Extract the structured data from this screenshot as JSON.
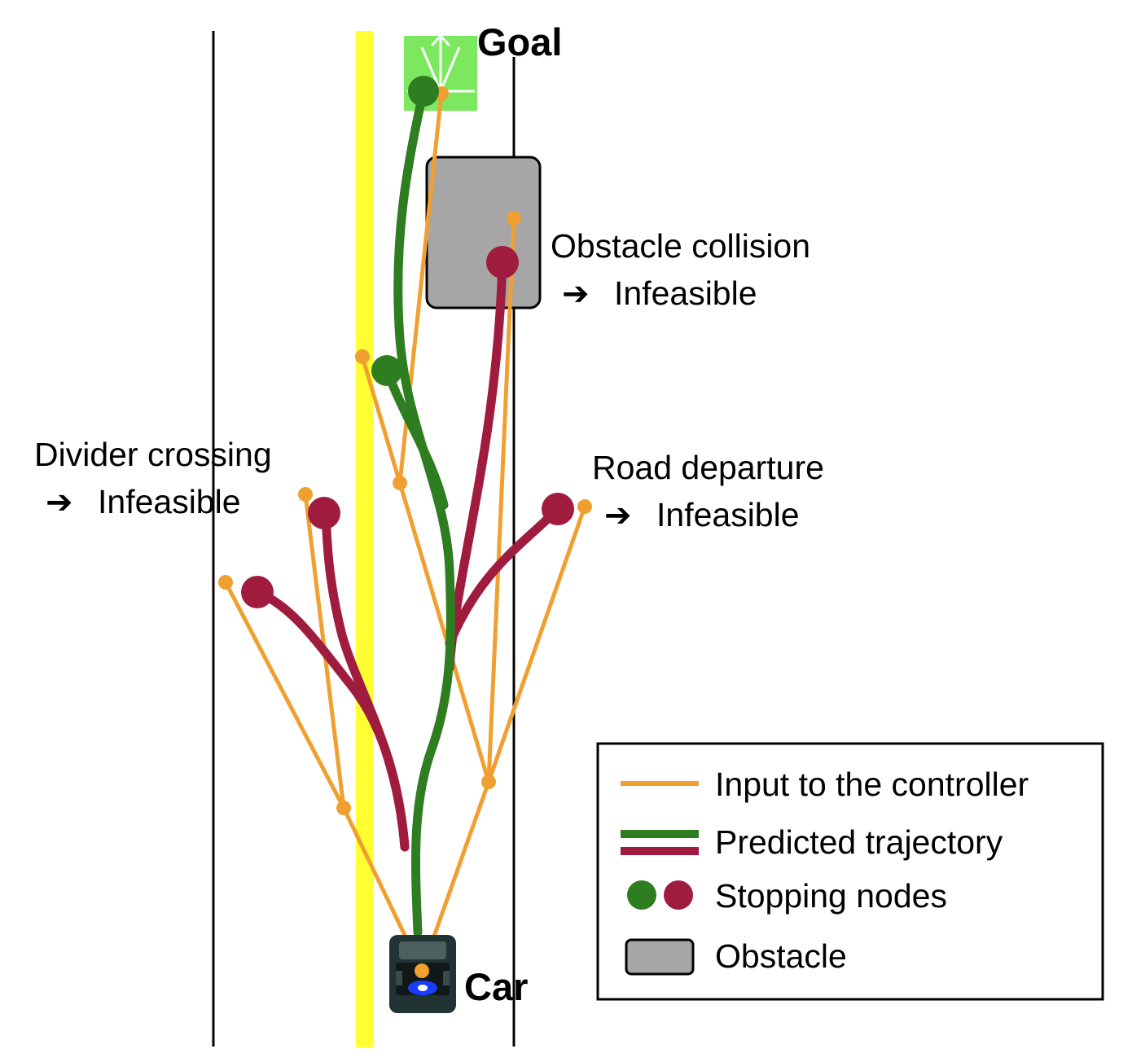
{
  "labels": {
    "goal": "Goal",
    "car": "Car",
    "obstacle_collision": "Obstacle collision",
    "divider_crossing": "Divider crossing",
    "road_departure": "Road departure",
    "infeasible": "Infeasible",
    "arrow": "➔"
  },
  "legend": {
    "items": [
      {
        "key": "input",
        "label": "Input to the controller"
      },
      {
        "key": "trajectory",
        "label": "Predicted trajectory"
      },
      {
        "key": "nodes",
        "label": "Stopping nodes"
      },
      {
        "key": "obstacle",
        "label": "Obstacle"
      }
    ]
  },
  "colors": {
    "input": "#f0a030",
    "feasible": "#2e7d20",
    "infeasible": "#a01c3e",
    "divider": "#ffff33",
    "goal": "#7ce860",
    "obstacle": "#a6a6a6",
    "car_marker": "#1a3cff"
  },
  "icons": {
    "goal_marker": "arrow-fan-icon",
    "car": "car-icon"
  }
}
